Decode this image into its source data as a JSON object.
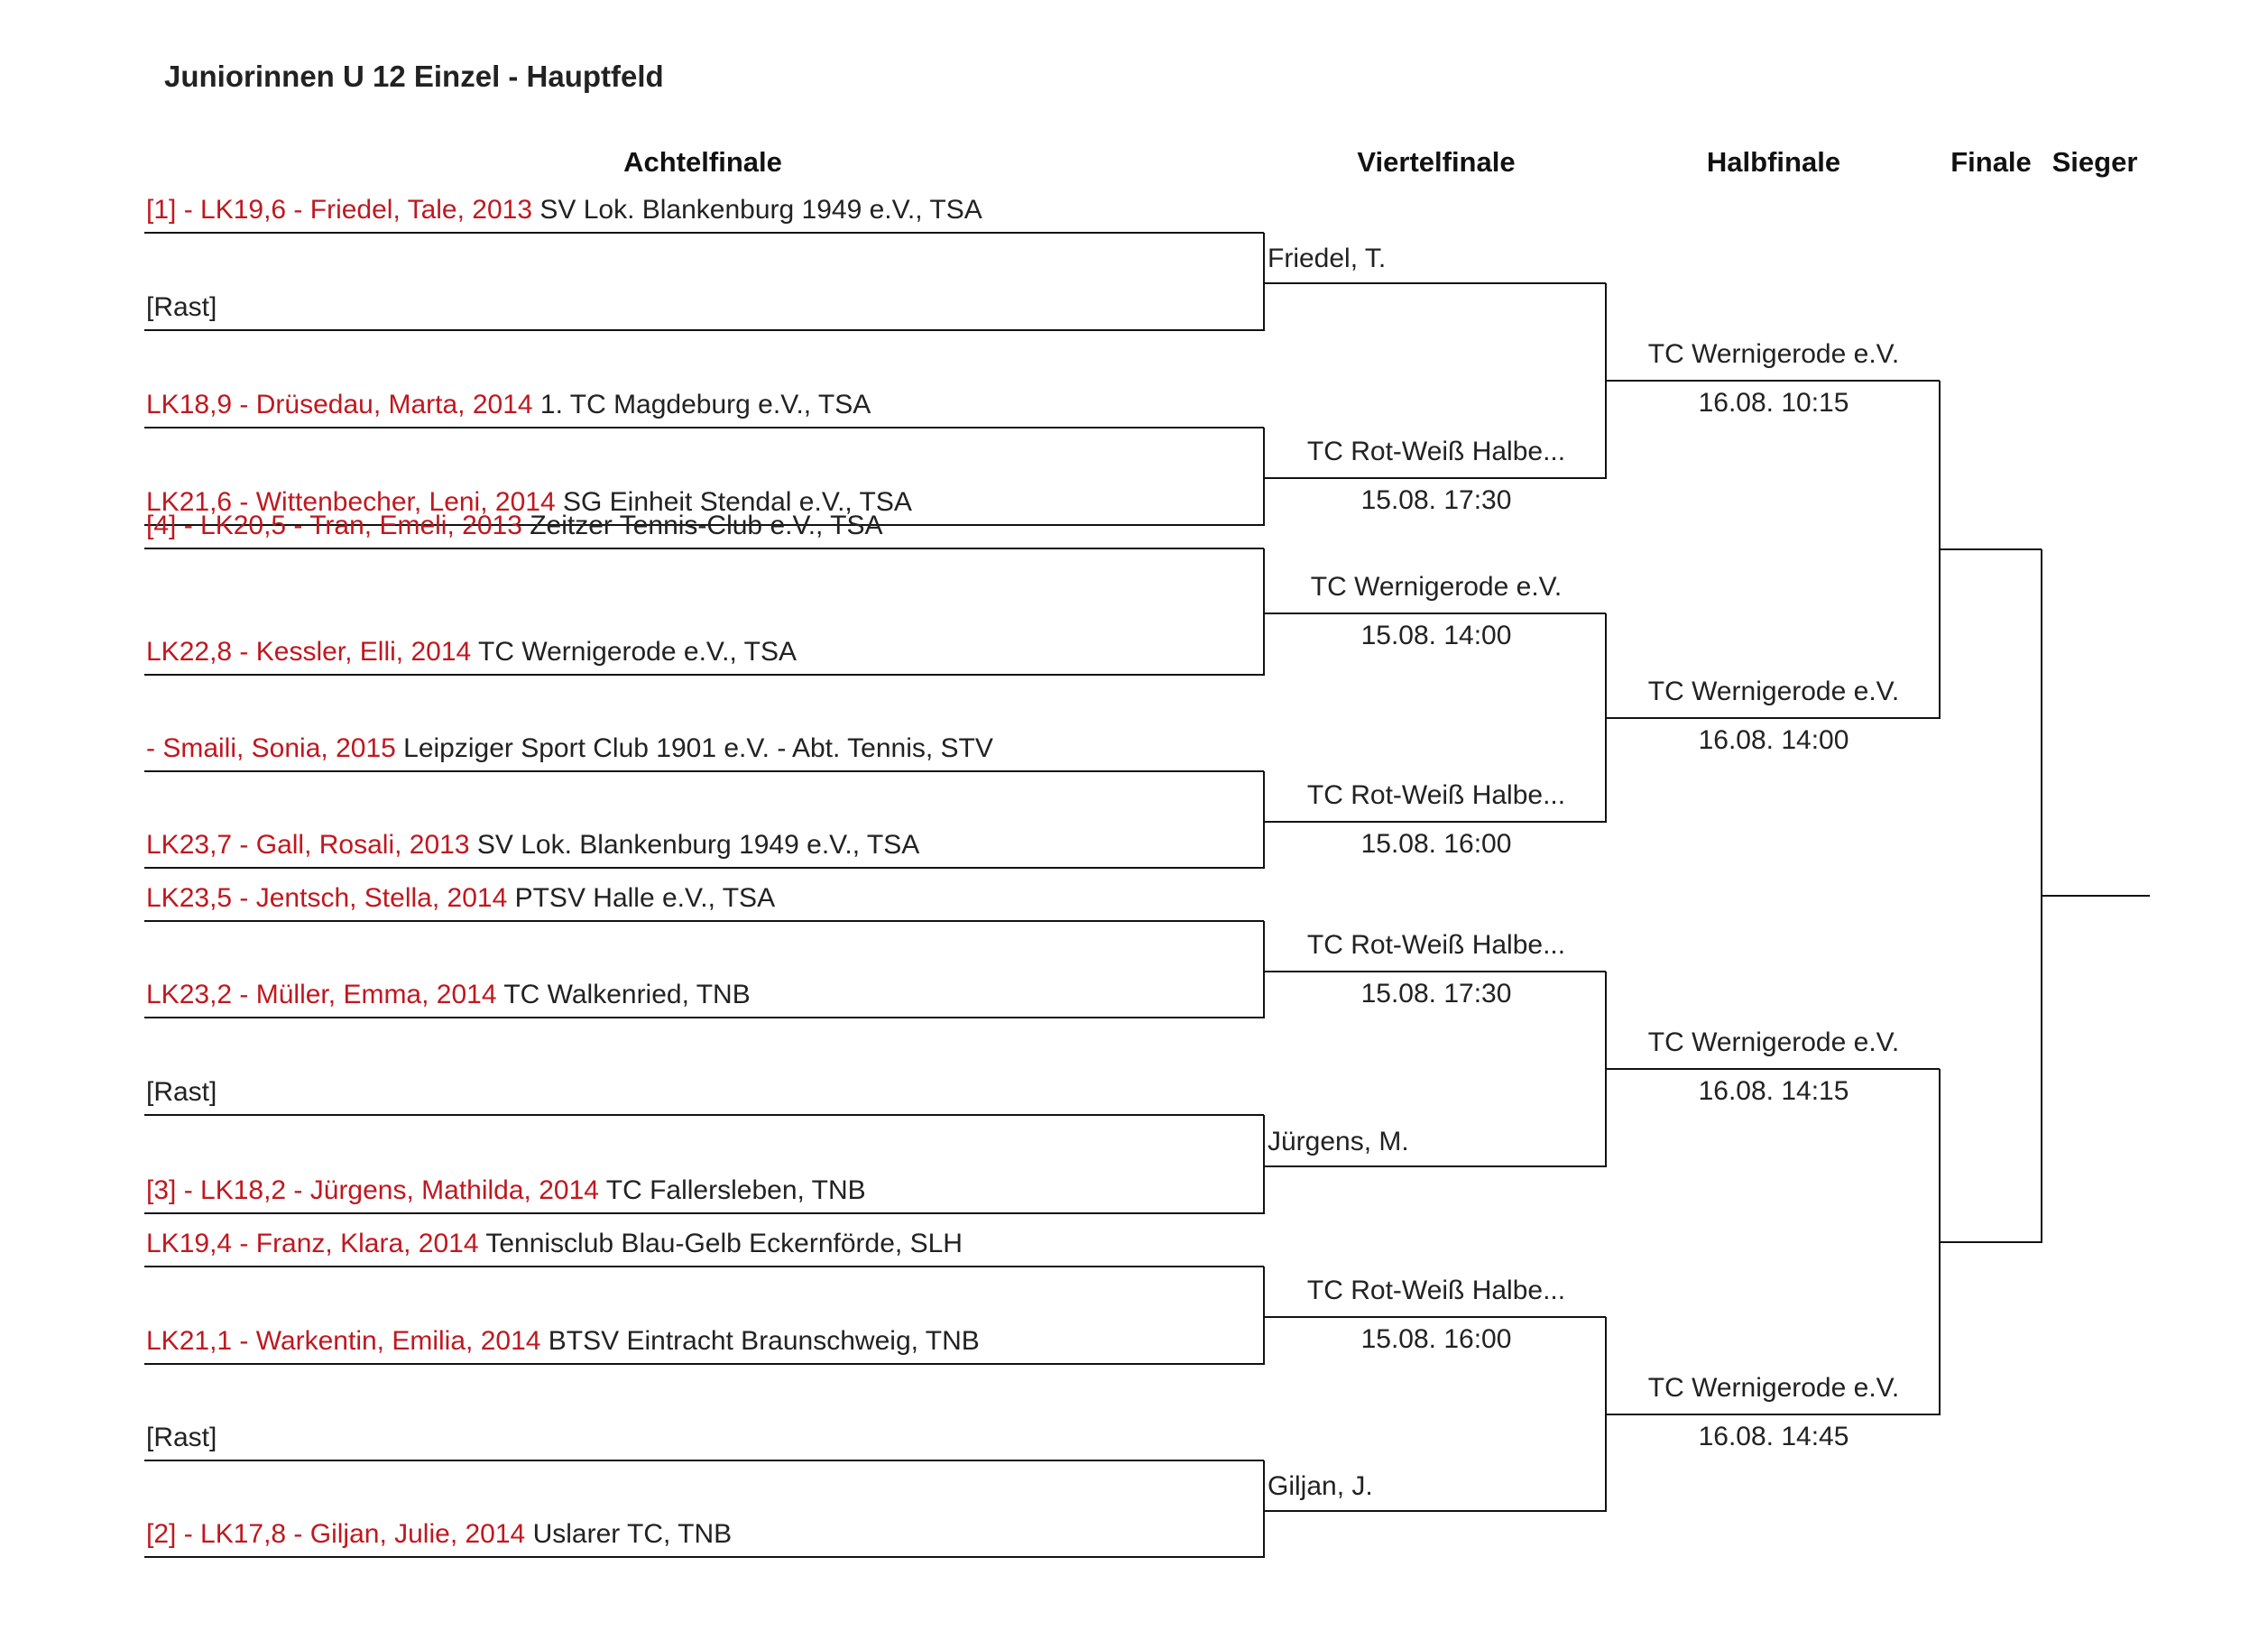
{
  "title": "Juniorinnen U 12 Einzel - Hauptfeld",
  "headers": {
    "r1": "Achtelfinale",
    "r2": "Viertelfinale",
    "r3": "Halbfinale",
    "r4": "Finale",
    "r5": "Sieger"
  },
  "colors": {
    "player": "#c0181f",
    "text": "#222222",
    "line": "#111111"
  },
  "round1": [
    {
      "seed": "1",
      "player": "[1] - LK19,6 - Friedel, Tale, 2013",
      "club": " SV Lok. Blankenburg 1949 e.V., TSA"
    },
    {
      "seed": "",
      "player": "",
      "club": "[Rast]"
    },
    {
      "seed": "",
      "player": "LK18,9 - Drüsedau, Marta, 2014",
      "club": " 1. TC Magdeburg e.V., TSA"
    },
    {
      "seed": "",
      "player": "LK21,6 - Wittenbecher, Leni, 2014",
      "club": " SG Einheit Stendal e.V., TSA"
    },
    {
      "seed": "4",
      "player": "[4] - LK20,5 - Tran, Emeli, 2013",
      "club": " Zeitzer Tennis-Club e.V., TSA"
    },
    {
      "seed": "",
      "player": "LK22,8 - Kessler, Elli, 2014",
      "club": " TC Wernigerode e.V., TSA"
    },
    {
      "seed": "",
      "player": "- Smaili, Sonia, 2015",
      "club": " Leipziger Sport Club 1901 e.V. - Abt. Tennis, STV"
    },
    {
      "seed": "",
      "player": "LK23,7 - Gall, Rosali, 2013",
      "club": " SV Lok. Blankenburg 1949 e.V., TSA"
    },
    {
      "seed": "",
      "player": "LK23,5 - Jentsch, Stella, 2014",
      "club": " PTSV Halle e.V., TSA"
    },
    {
      "seed": "",
      "player": "LK23,2 - Müller, Emma, 2014",
      "club": " TC Walkenried, TNB"
    },
    {
      "seed": "",
      "player": "",
      "club": "[Rast]"
    },
    {
      "seed": "3",
      "player": "[3] - LK18,2 - Jürgens, Mathilda, 2014",
      "club": " TC Fallersleben, TNB"
    },
    {
      "seed": "",
      "player": "LK19,4 - Franz, Klara, 2014",
      "club": " Tennisclub Blau-Gelb Eckernförde, SLH"
    },
    {
      "seed": "",
      "player": "LK21,1 - Warkentin, Emilia, 2014",
      "club": " BTSV Eintracht Braunschweig, TNB"
    },
    {
      "seed": "",
      "player": "",
      "club": "[Rast]"
    },
    {
      "seed": "2",
      "player": "[2] - LK17,8 - Giljan, Julie, 2014",
      "club": " Uslarer TC, TNB"
    }
  ],
  "round2": [
    {
      "winner": "Friedel, T.",
      "venue": "",
      "time": ""
    },
    {
      "winner": "",
      "venue": "TC Rot-Weiß Halbe...",
      "time": "15.08. 17:30"
    },
    {
      "winner": "",
      "venue": "TC Wernigerode e.V.",
      "time": "15.08. 14:00"
    },
    {
      "winner": "",
      "venue": "TC Rot-Weiß Halbe...",
      "time": "15.08. 16:00"
    },
    {
      "winner": "",
      "venue": "TC Rot-Weiß Halbe...",
      "time": "15.08. 17:30"
    },
    {
      "winner": "Jürgens, M.",
      "venue": "",
      "time": ""
    },
    {
      "winner": "",
      "venue": "TC Rot-Weiß Halbe...",
      "time": "15.08. 16:00"
    },
    {
      "winner": "Giljan, J.",
      "venue": "",
      "time": ""
    }
  ],
  "round3": [
    {
      "venue": "TC Wernigerode e.V.",
      "time": "16.08. 10:15"
    },
    {
      "venue": "TC Wernigerode e.V.",
      "time": "16.08. 14:00"
    },
    {
      "venue": "TC Wernigerode e.V.",
      "time": "16.08. 14:15"
    },
    {
      "venue": "TC Wernigerode e.V.",
      "time": "16.08. 14:45"
    }
  ]
}
